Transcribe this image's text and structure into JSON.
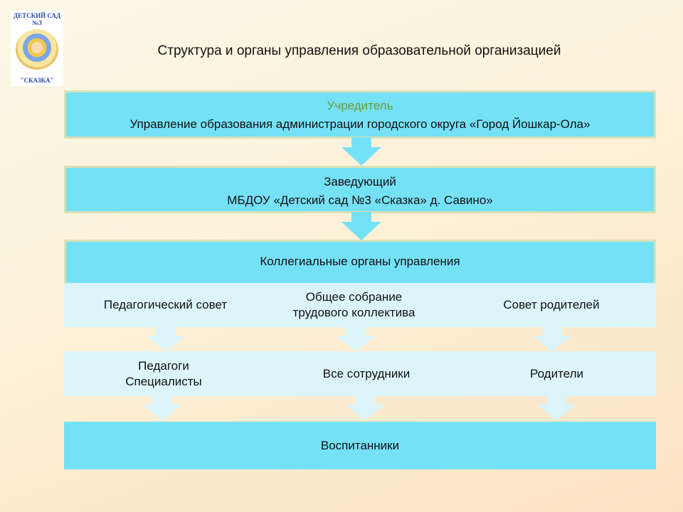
{
  "logo": {
    "line1": "ДЕТСКИЙ САД",
    "line2": "№3",
    "line3": "\"СКАЗКА\""
  },
  "title": "Структура и органы управления образовательной организацией",
  "founder": {
    "label": "Учредитель",
    "name": "Управление образования администрации городского округа «Город Йошкар-Ола»"
  },
  "head": {
    "label": "Заведующий",
    "name": "МБДОУ «Детский сад №3 «Сказка» д. Савино»"
  },
  "collegial": {
    "header": "Коллегиальные органы управления",
    "bodies": [
      "Педагогический совет",
      "Общее собрание трудового коллектива",
      "Совет родителей"
    ]
  },
  "participants": [
    "Педагоги Специалисты",
    "Все сотрудники",
    "Родители"
  ],
  "bottom": "Воспитанники",
  "colors": {
    "cyan": "#75e1f6",
    "light": "#dcf5fb",
    "label_green": "#6a9a3a"
  }
}
